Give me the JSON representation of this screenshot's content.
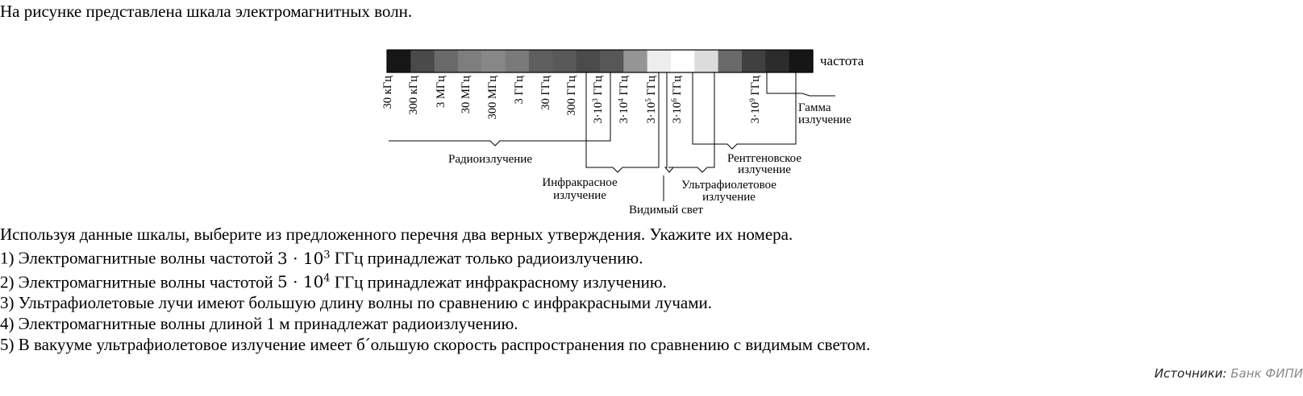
{
  "intro": "На рисунке представлена шкала электромагнитных волн.",
  "scale": {
    "axis_label": "частота",
    "segment_shades": [
      "#171717",
      "#4a4a4a",
      "#6a6a6a",
      "#7e7e7e",
      "#878787",
      "#7a7a7a",
      "#5f5f5f",
      "#595959",
      "#4b4b4b",
      "#575757",
      "#959595",
      "#ededed",
      "#ffffff",
      "#dcdcdc",
      "#6a6a6a",
      "#404040",
      "#2c2c2c",
      "#161616"
    ],
    "tick_labels": [
      "30 кГц",
      "300 кГц",
      "3 МГц",
      "30 МГц",
      "300 МГц",
      "3 ГГц",
      "30 ГГц",
      "300 ГГц"
    ],
    "tick_labels_exp": [
      {
        "base": "3·10",
        "exp": "3",
        "unit": " ГГц"
      },
      {
        "base": "3·10",
        "exp": "4",
        "unit": " ГГц"
      },
      {
        "base": "3·10",
        "exp": "5",
        "unit": " ГГц"
      },
      {
        "base": "3·10",
        "exp": "6",
        "unit": " ГГц"
      },
      {
        "base": "3·10",
        "exp": "9",
        "unit": " ГГц"
      }
    ],
    "regions": {
      "radio": "Радиоизлучение",
      "infrared_1": "Инфракрасное",
      "infrared_2": "излучение",
      "visible": "Видимый свет",
      "uv_1": "Ультрафиолетовое",
      "uv_2": "излучение",
      "xray_1": "Рентгеновское",
      "xray_2": "излучение",
      "gamma_1": "Гамма",
      "gamma_2": "излучение"
    }
  },
  "question": {
    "prompt": "Используя данные шкалы, выберите из предложенного перечня два верных утверждения. Укажите их номера.",
    "options": [
      {
        "num": "1)",
        "pre": "Электромагнитные волны частотой",
        "math_base": "3 · 10",
        "math_exp": "3",
        "post": "ГГц принадлежат только радиоизлучению."
      },
      {
        "num": "2)",
        "pre": "Электромагнитные волны частотой",
        "math_base": "5 · 10",
        "math_exp": "4",
        "post": "ГГц принадлежат инфракрасному излучению."
      },
      {
        "num": "3)",
        "text": "Ультрафиолетовые лучи имеют большую длину волны по сравнению с инфракрасными лучами."
      },
      {
        "num": "4)",
        "text": "Электромагнитные волны длиной 1 м принадлежат радиоизлучению."
      },
      {
        "num": "5)",
        "text": "В вакууме ультрафиолетовое излучение имеет б´ольшую скорость распространения по сравнению с видимым светом."
      }
    ]
  },
  "source": {
    "label": "Источники:",
    "link": "Банк ФИПИ"
  }
}
